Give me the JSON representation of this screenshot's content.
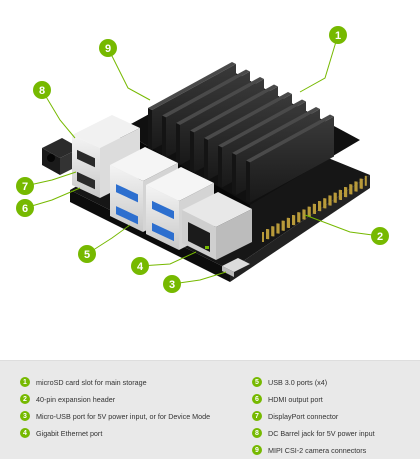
{
  "colors": {
    "accent": "#76b900",
    "board": "#1f1f1f",
    "heatsink": "#2a2a2a",
    "legend_bg": "#e9e9e9"
  },
  "callouts": [
    "1",
    "2",
    "3",
    "4",
    "5",
    "6",
    "7",
    "8",
    "9"
  ],
  "legend": [
    {
      "num": "1",
      "text": "microSD card slot for main storage"
    },
    {
      "num": "2",
      "text": "40-pin expansion header"
    },
    {
      "num": "3",
      "text": "Micro-USB port for 5V power input, or for Device Mode"
    },
    {
      "num": "4",
      "text": "Gigabit Ethernet port"
    },
    {
      "num": "5",
      "text": "USB 3.0 ports (x4)"
    },
    {
      "num": "6",
      "text": "HDMI output port"
    },
    {
      "num": "7",
      "text": "DisplayPort connector"
    },
    {
      "num": "8",
      "text": "DC Barrel jack for 5V power input"
    },
    {
      "num": "9",
      "text": "MIPI CSI-2 camera connectors"
    }
  ]
}
